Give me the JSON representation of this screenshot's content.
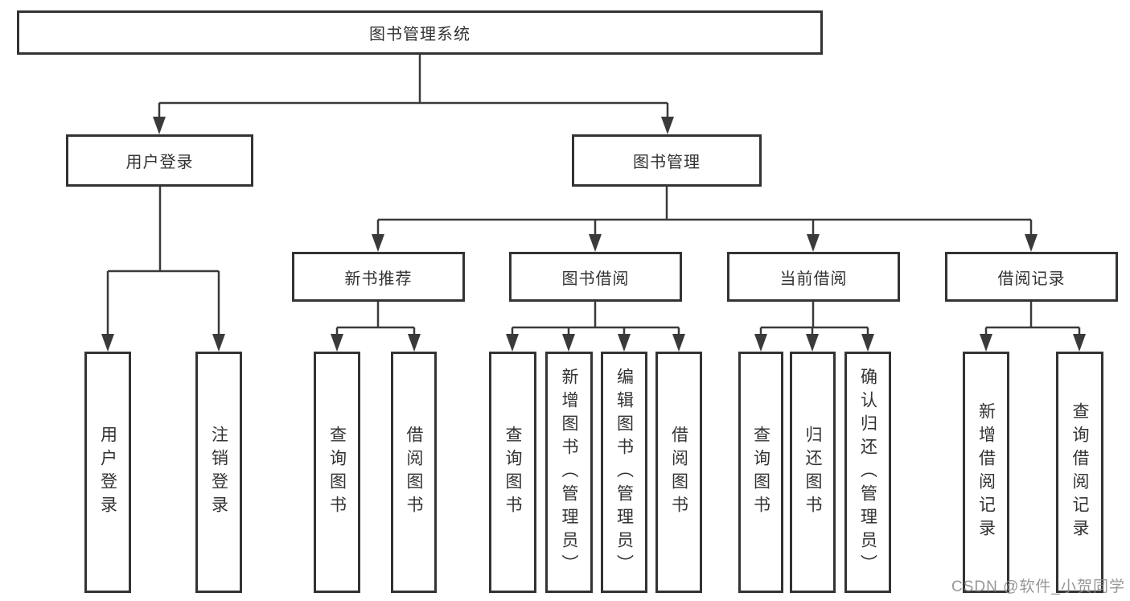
{
  "nodes": {
    "root": "图书管理系统",
    "user_login": "用户登录",
    "book_management": "图书管理",
    "new_book_recommend": "新书推荐",
    "book_borrowing": "图书借阅",
    "current_borrowing": "当前借阅",
    "borrowing_records": "借阅记录"
  },
  "leaves": {
    "user_login_group": [
      "用户登录",
      "注销登录"
    ],
    "new_book_group": [
      "查询图书",
      "借阅图书"
    ],
    "borrowing_group": [
      "查询图书",
      "新增图书（管理员）",
      "编辑图书（管理员）",
      "借阅图书"
    ],
    "current_group": [
      "查询图书",
      "归还图书",
      "确认归还（管理员）"
    ],
    "records_group": [
      "新增借阅记录",
      "查询借阅记录"
    ]
  },
  "watermark": "CSDN @软件_小贺同学",
  "colors": {
    "line": "#3a3a3a",
    "border": "#333333",
    "text": "#333333",
    "watermark": "#8c8c8c",
    "background": "#ffffff"
  }
}
